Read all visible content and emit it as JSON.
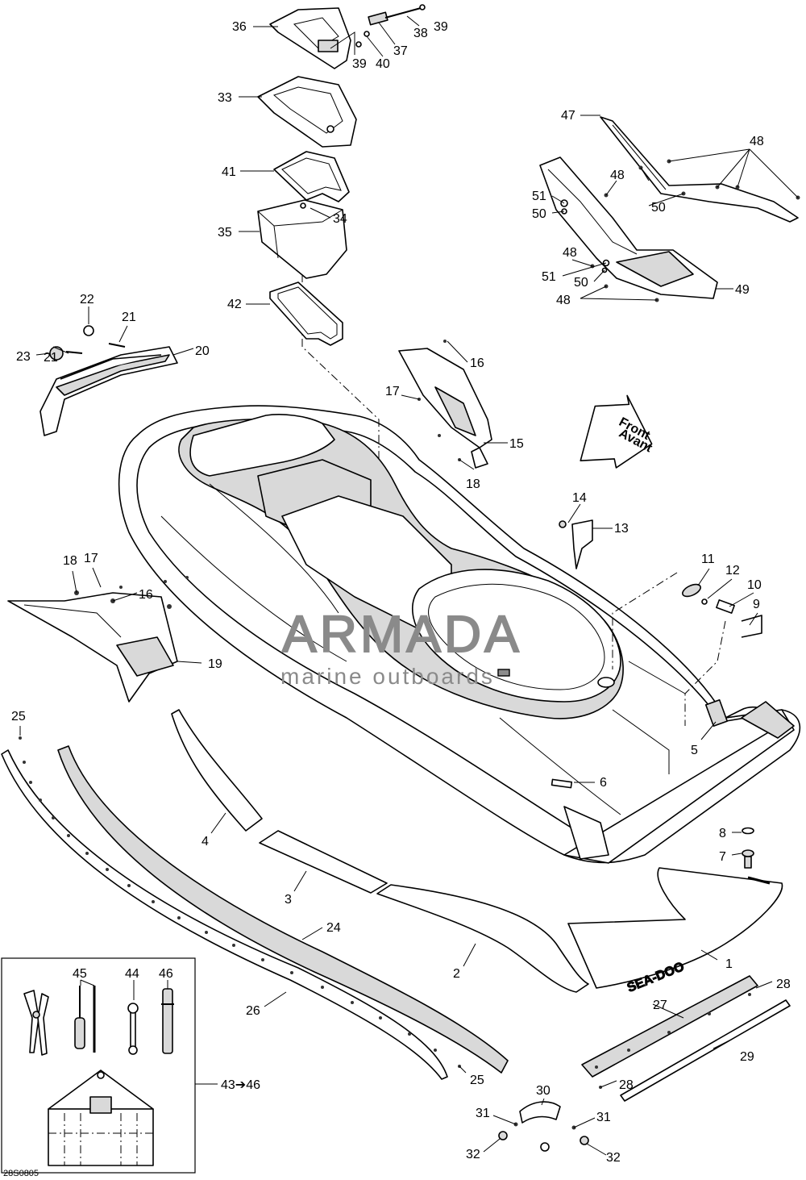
{
  "diagram_code": "28S0805",
  "front_arrow": {
    "line1": "Front",
    "line2": "Avant"
  },
  "decal_text": "SEA-DOO",
  "watermark": {
    "title": "ARMADA",
    "subtitle": "marine outboards",
    "logo_color": "#e58fb6",
    "text_color": "#8a8a8a"
  },
  "callouts": [
    {
      "id": "c36a",
      "label": "36"
    },
    {
      "id": "c39a",
      "label": "39"
    },
    {
      "id": "c38",
      "label": "38"
    },
    {
      "id": "c37",
      "label": "37"
    },
    {
      "id": "c40",
      "label": "40"
    },
    {
      "id": "c39b",
      "label": "39"
    },
    {
      "id": "c33",
      "label": "33"
    },
    {
      "id": "c41",
      "label": "41"
    },
    {
      "id": "c34",
      "label": "34"
    },
    {
      "id": "c35",
      "label": "35"
    },
    {
      "id": "c42",
      "label": "42"
    },
    {
      "id": "c47",
      "label": "47"
    },
    {
      "id": "c48a",
      "label": "48"
    },
    {
      "id": "c48b",
      "label": "48"
    },
    {
      "id": "c50a",
      "label": "50"
    },
    {
      "id": "c51a",
      "label": "51"
    },
    {
      "id": "c50b",
      "label": "50"
    },
    {
      "id": "c48c",
      "label": "48"
    },
    {
      "id": "c51b",
      "label": "51"
    },
    {
      "id": "c50c",
      "label": "50"
    },
    {
      "id": "c48d",
      "label": "48"
    },
    {
      "id": "c49",
      "label": "49"
    },
    {
      "id": "c22",
      "label": "22"
    },
    {
      "id": "c21a",
      "label": "21"
    },
    {
      "id": "c23",
      "label": "23"
    },
    {
      "id": "c21b",
      "label": "21"
    },
    {
      "id": "c20",
      "label": "20"
    },
    {
      "id": "c16a",
      "label": "16"
    },
    {
      "id": "c17a",
      "label": "17"
    },
    {
      "id": "c15",
      "label": "15"
    },
    {
      "id": "c18a",
      "label": "18"
    },
    {
      "id": "c14",
      "label": "14"
    },
    {
      "id": "c13",
      "label": "13"
    },
    {
      "id": "c11",
      "label": "11"
    },
    {
      "id": "c12",
      "label": "12"
    },
    {
      "id": "c10",
      "label": "10"
    },
    {
      "id": "c9",
      "label": "9"
    },
    {
      "id": "c18b",
      "label": "18"
    },
    {
      "id": "c17b",
      "label": "17"
    },
    {
      "id": "c16b",
      "label": "16"
    },
    {
      "id": "c19",
      "label": "19"
    },
    {
      "id": "c25a",
      "label": "25"
    },
    {
      "id": "c5",
      "label": "5"
    },
    {
      "id": "c6",
      "label": "6"
    },
    {
      "id": "c4",
      "label": "4"
    },
    {
      "id": "c8",
      "label": "8"
    },
    {
      "id": "c7",
      "label": "7"
    },
    {
      "id": "c3",
      "label": "3"
    },
    {
      "id": "c24",
      "label": "24"
    },
    {
      "id": "c1",
      "label": "1"
    },
    {
      "id": "c2",
      "label": "2"
    },
    {
      "id": "c28a",
      "label": "28"
    },
    {
      "id": "c27",
      "label": "27"
    },
    {
      "id": "c26",
      "label": "26"
    },
    {
      "id": "c29",
      "label": "29"
    },
    {
      "id": "c45",
      "label": "45"
    },
    {
      "id": "c44",
      "label": "44"
    },
    {
      "id": "c46",
      "label": "46"
    },
    {
      "id": "c43",
      "label": "43➔46"
    },
    {
      "id": "c25b",
      "label": "25"
    },
    {
      "id": "c28b",
      "label": "28"
    },
    {
      "id": "c30",
      "label": "30"
    },
    {
      "id": "c31a",
      "label": "31"
    },
    {
      "id": "c31b",
      "label": "31"
    },
    {
      "id": "c32a",
      "label": "32"
    },
    {
      "id": "c32b",
      "label": "32"
    }
  ]
}
